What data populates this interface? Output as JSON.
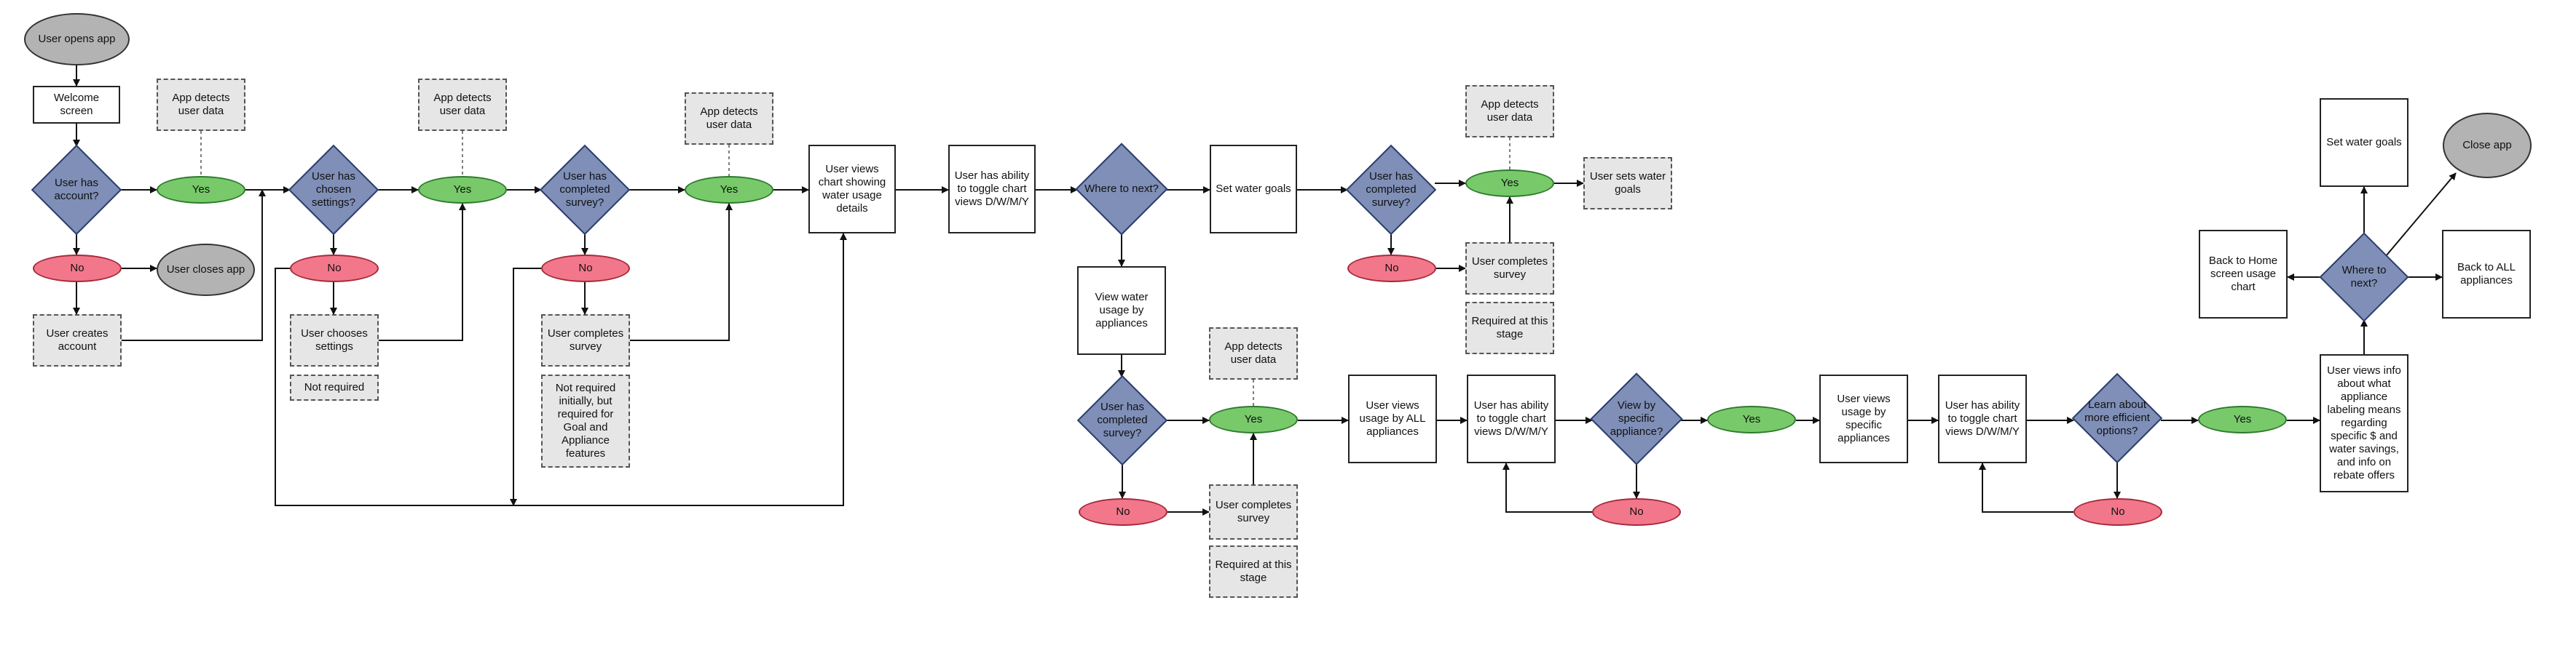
{
  "colors": {
    "decision_fill": "#7f8fb7",
    "yes_fill": "#77c96a",
    "no_fill": "#f2778a",
    "terminal_fill": "#b3b3b3",
    "note_fill": "#e6e6e6",
    "line": "#111111"
  },
  "nodes": {
    "user_opens_app": "User opens app",
    "welcome_screen": "Welcome screen",
    "user_has_account": "User has account?",
    "yes_account": "Yes",
    "no_account": "No",
    "user_closes_app": "User closes app",
    "user_creates_account": "User creates account",
    "detect_1": "App detects user data",
    "chosen_settings": "User has chosen settings?",
    "no_settings": "No",
    "user_chooses_settings": "User chooses settings",
    "not_required": "Not required",
    "yes_settings": "Yes",
    "detect_2": "App detects user data",
    "completed_survey_1": "User has completed survey?",
    "no_survey_1": "No",
    "user_completes_survey_1": "User completes survey",
    "survey_note_1": "Not required initially, but required for Goal and Appliance features",
    "yes_survey_1": "Yes",
    "detect_3": "App detects user data",
    "views_chart": "User views chart showing water usage details",
    "toggle_views_1": "User has ability to toggle chart views D/W/M/Y",
    "where_next_1": "Where to next?",
    "set_water_goals_1": "Set water goals",
    "completed_survey_2": "User has completed survey?",
    "no_survey_2": "No",
    "yes_survey_2": "Yes",
    "detect_4": "App detects user data",
    "user_completes_survey_2": "User completes survey",
    "required_stage_1": "Required at this stage",
    "user_sets_goals": "User sets water goals",
    "view_by_appliances": "View water usage by appliances",
    "completed_survey_3": "User has completed survey?",
    "no_survey_3": "No",
    "yes_survey_3": "Yes",
    "detect_5": "App detects user data",
    "user_completes_survey_3": "User completes survey",
    "required_stage_2": "Required at this stage",
    "views_all_appliances": "User views usage by ALL appliances",
    "toggle_views_2": "User has ability to toggle chart views D/W/M/Y",
    "view_by_specific": "View by specific appliance?",
    "no_specific": "No",
    "yes_specific": "Yes",
    "views_specific": "User views usage by specific appliances",
    "toggle_views_3": "User has ability to toggle chart views D/W/M/Y",
    "learn_more": "Learn about more efficient options?",
    "no_learn": "No",
    "yes_learn": "Yes",
    "labeling_info": "User views info about what appliance labeling means regarding specific $ and water savings, and info on rebate offers",
    "where_next_2": "Where to next?",
    "set_water_goals_2": "Set water goals",
    "close_app": "Close app",
    "back_home": "Back to Home screen usage chart",
    "back_all": "Back to ALL appliances"
  }
}
